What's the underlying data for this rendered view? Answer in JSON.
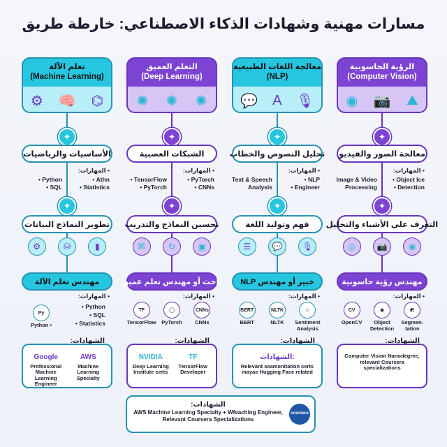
{
  "title": "مسارات مهنية وشهادات الذكاء الاصطناعي: خارطة طريق",
  "skills_label": "• المهارات:",
  "certs_label": "الشهادات:",
  "colors": {
    "cyan": "#27c6e0",
    "purple": "#7d44d3"
  },
  "columns": [
    {
      "theme": "cyan",
      "title_ar": "تعلم الآلة",
      "title_en": "(Machine Learning)",
      "header_icons": [
        "⚙",
        "🧠",
        "⌬"
      ],
      "stage1": "الأساسيات والرياضيات",
      "stage1_skills_right": [
        "Athn •",
        "Statistics •"
      ],
      "stage1_skills_left": [
        "Python •",
        "SQL •"
      ],
      "stage2": "تطوير النماذج البيانات",
      "stage2_icons": [
        "⚙",
        "⛁",
        "▮"
      ],
      "role": "مهندس تعلم الآلة",
      "role_skills": [
        "Python •",
        "SQL •",
        "Statistics •"
      ],
      "logos": [
        {
          "mark": "Py",
          "label": "Python •"
        }
      ],
      "certs": [
        {
          "mark": "Google",
          "label": "Professional Machine Learning Engineer"
        },
        {
          "mark": "AWS",
          "label": "Machine Learning Specialty"
        }
      ]
    },
    {
      "theme": "purple",
      "title_ar": "التعلم العميق",
      "title_en": "(Deep Learning)",
      "header_icons": [
        "✺",
        "✺",
        "✺"
      ],
      "stage1": "الشبكات العصبية",
      "stage1_skills_right": [
        "PyTorch •",
        "CNNs •"
      ],
      "stage1_skills_left": [
        "TensorFlow •",
        "PyTorch •"
      ],
      "stage2": "تحسين النماذج والتدريب",
      "stage2_icons": [
        "⌘",
        "↻",
        "▣"
      ],
      "role": "باحث أو مهندس تعلم عميق",
      "role_skills": [],
      "logos": [
        {
          "mark": "CNNs",
          "label": "CNNs"
        },
        {
          "mark": "◯",
          "label": "PyTorch"
        },
        {
          "mark": "TF",
          "label": "TensorFlow"
        }
      ],
      "certs": [
        {
          "mark": "NVIDIA",
          "label": "Deep Learning Institute certs"
        },
        {
          "mark": "TF",
          "label": "TensorFlow Developer"
        }
      ]
    },
    {
      "theme": "cyan",
      "title_ar": "معالجة اللغات الطبيعية",
      "title_en": "(NLP)",
      "header_icons": [
        "💬",
        "A",
        "🎙"
      ],
      "stage1": "تحليل النصوص والخطاب",
      "stage1_skills_right": [
        "NLP •",
        "Engineer •"
      ],
      "stage1_skills_left": [
        "Text & Speech",
        "Analysis"
      ],
      "stage2": "فهم وتوليد اللغة",
      "stage2_icons": [
        "☰",
        "💬",
        "🎙"
      ],
      "role": "خبير أو مهندس NLP",
      "role_skills": [],
      "logos": [
        {
          "mark": "☺",
          "label": "Sentiment Analysis"
        },
        {
          "mark": "NLTK",
          "label": "NLTK"
        },
        {
          "mark": "BERT",
          "label": "BERT"
        }
      ],
      "certs": [
        {
          "mark": "الشهادات:",
          "label": "Relevant seamonitation certs mayae Hugging Face related"
        }
      ]
    },
    {
      "theme": "purple",
      "title_ar": "الرؤية الحاسوبية",
      "title_en": "(Computer Vision)",
      "header_icons": [
        "◉",
        "📷",
        "⛰"
      ],
      "stage1": "معالجة الصور والفيديو",
      "stage1_skills_right": [
        "Object Ice •",
        "Detection •"
      ],
      "stage1_skills_left": [
        "Image & Video",
        "Processing"
      ],
      "stage2": "التعرف على الأشياء والتحليل",
      "stage2_icons": [
        "◎",
        "📷",
        "◉"
      ],
      "role": "مهندس رؤية حاسوبية",
      "role_skills": [],
      "logos": [
        {
          "mark": "◩",
          "label": "Segmen-tation"
        },
        {
          "mark": "◉",
          "label": "Object Detection"
        },
        {
          "mark": "CV",
          "label": "OpenCV"
        }
      ],
      "certs": [
        {
          "mark": "",
          "label": "Computer Vision Nanodegree, relevant Coursera specializations"
        }
      ]
    }
  ],
  "bottom": {
    "heading": "الشهادات:",
    "line1": "AWS Machine Learning Specialty + Wfeaching Engineer,",
    "line2": "Relevant Coursera Specializations",
    "logo": "coursera"
  }
}
